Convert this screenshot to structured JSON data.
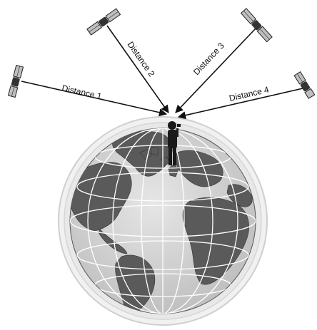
{
  "labels": {
    "distance_1": "Distance 1",
    "distance_2": "Distance 2",
    "distance_3": "Distance 3",
    "distance_4": "Distance 4"
  },
  "colors": {
    "ocean": "#cfcfcf",
    "land": "#5a5a5a",
    "atmosphere": "#eeeeee",
    "line": "#111111"
  },
  "icons": [
    "satellite-icon",
    "receiver-person-icon",
    "globe-icon"
  ]
}
